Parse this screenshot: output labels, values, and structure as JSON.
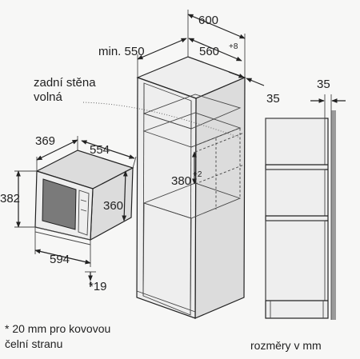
{
  "dimensions": {
    "d600": "600",
    "min550": "min. 550",
    "d560": "560",
    "d560_sup": "+8",
    "d35_right": "35",
    "d35_side": "35",
    "d369": "369",
    "d554": "554",
    "d382": "382",
    "d360": "360",
    "d594": "594",
    "d19": "*19",
    "d380": "380",
    "d380_sup": "+2"
  },
  "labels": {
    "rear_wall_line1": "zadní stěna",
    "rear_wall_line2": "volná",
    "footnote_line1": "* 20 mm pro kovovou",
    "footnote_line2": "čelní stranu",
    "units": "rozměry v mm"
  }
}
